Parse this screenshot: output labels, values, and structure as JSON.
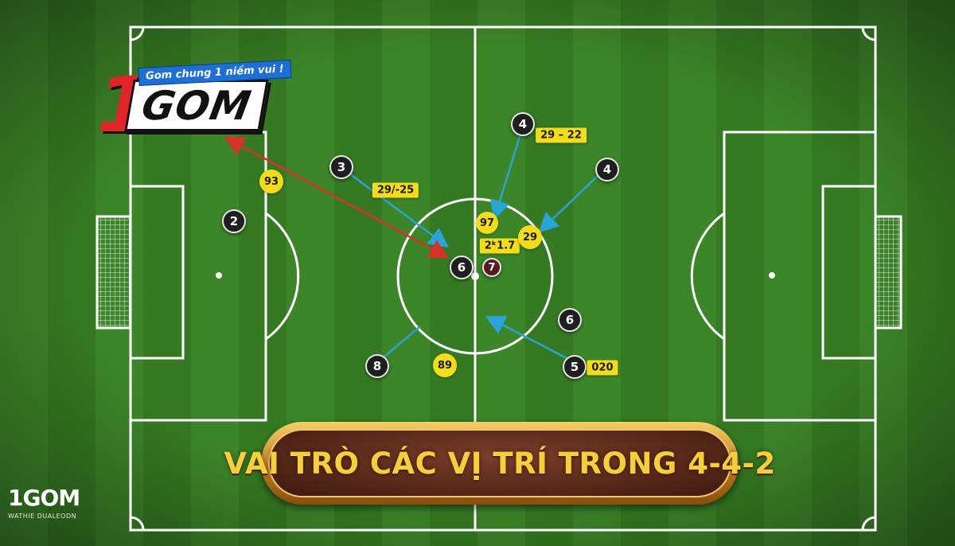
{
  "logo": {
    "brand": "1GOM",
    "brand_number": "1",
    "brand_word": "GOM",
    "tagline": "Gom chung 1 niềm vui !"
  },
  "title": "VAI TRÒ CÁC VỊ TRÍ TRONG 4-4-2",
  "watermark": {
    "brand": "1GOM",
    "subtext": "WATHIE DUALEODN"
  },
  "players": [
    {
      "number": "2"
    },
    {
      "number": "3"
    },
    {
      "number": "4"
    },
    {
      "number": "4"
    },
    {
      "number": "6"
    },
    {
      "number": "7"
    },
    {
      "number": "6"
    },
    {
      "number": "5"
    },
    {
      "number": "8"
    }
  ],
  "stat_labels": [
    {
      "text": "93"
    },
    {
      "text": "29/-25"
    },
    {
      "text": "29 – 22"
    },
    {
      "text": "97"
    },
    {
      "text": "2ᵏ1.7"
    },
    {
      "text": "29"
    },
    {
      "text": "89"
    },
    {
      "text": "020"
    }
  ],
  "colors": {
    "grass_light": "#3f8a2a",
    "grass_dark": "#2f6e1f",
    "line": "#ffffff",
    "arrow_blue": "#2aa4d6",
    "arrow_red": "#d8312a",
    "label_yellow": "#f3dc19",
    "title_gold": "#f8cf3a"
  }
}
